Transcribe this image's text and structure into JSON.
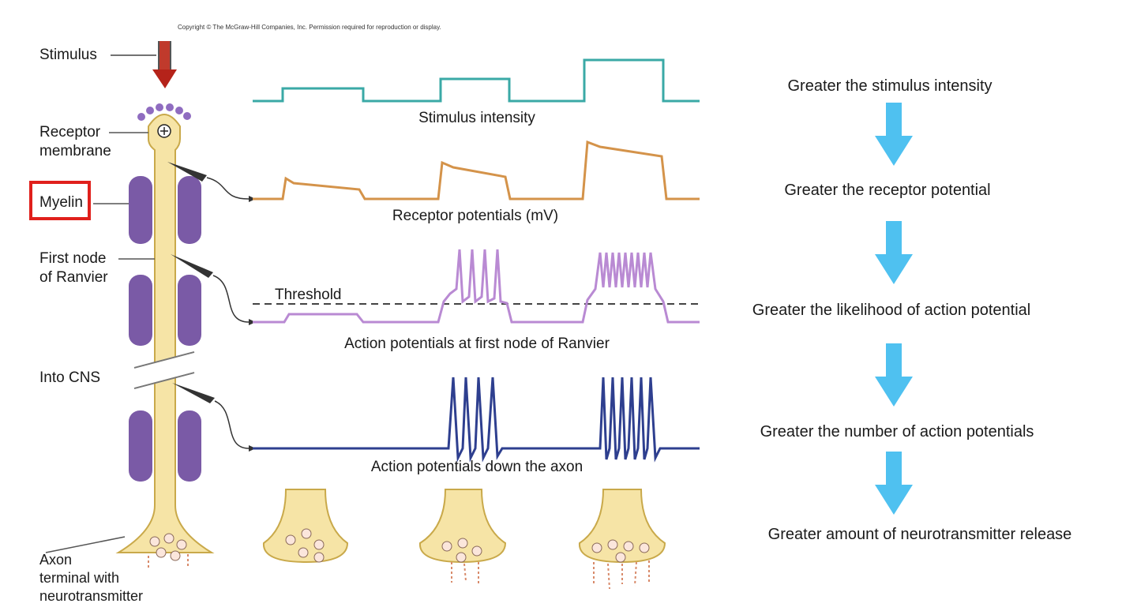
{
  "copyright": "Copyright © The McGraw-Hill Companies, Inc. Permission required for reproduction or display.",
  "labels": {
    "stimulus": "Stimulus",
    "receptor_membrane": "Receptor\nmembrane",
    "myelin": "Myelin",
    "first_node": "First node\nof Ranvier",
    "into_cns": "Into CNS",
    "axon_terminal": "Axon\nterminal with\nneurotransmitter"
  },
  "traces": {
    "stimulus_intensity": "Stimulus intensity",
    "receptor_potentials": "Receptor potentials (mV)",
    "threshold": "Threshold",
    "action_potentials_node": "Action potentials at first node of Ranvier",
    "action_potentials_axon": "Action potentials down the axon"
  },
  "flow_steps": [
    "Greater the stimulus intensity",
    "Greater the receptor potential",
    "Greater the likelihood of action potential",
    "Greater the number of action potentials",
    "Greater amount of neurotransmitter release"
  ],
  "colors": {
    "stimulus_trace": "#3aa9a6",
    "receptor_trace": "#d4934a",
    "node_trace": "#b98ad3",
    "axon_trace": "#2e3f8f",
    "flow_arrow": "#4fc1f0",
    "axon_fill": "#f6e4a6",
    "myelin_fill": "#7a5aa6",
    "highlight_box": "#e0201c"
  }
}
